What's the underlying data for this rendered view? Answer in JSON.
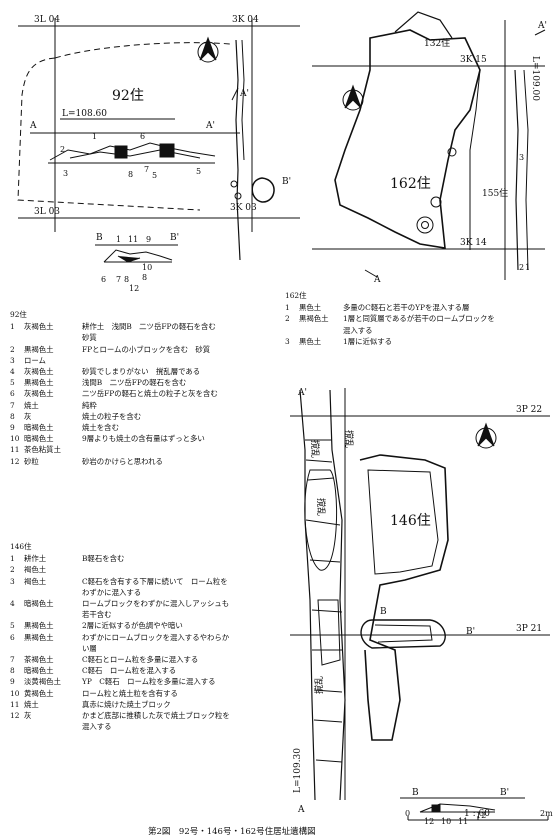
{
  "pit92": {
    "name": "92住",
    "level": "L=108.60",
    "grid": [
      "3L 04",
      "3K 04",
      "3L 03",
      "3K 03"
    ],
    "sec_a": [
      "A",
      "A'"
    ],
    "sec_b": [
      "B",
      "B'"
    ],
    "sec_v": [
      "A'"
    ],
    "layers_a": [
      "1",
      "2",
      "3",
      "6",
      "8",
      "7",
      "5",
      "5"
    ],
    "layers_b": [
      "1",
      "11",
      "9",
      "6",
      "7",
      "8",
      "10",
      "8",
      "12"
    ]
  },
  "pit162": {
    "name": "162住",
    "neighbors": [
      "132住",
      "155住"
    ],
    "level": "L=109.00",
    "grid": [
      "3K 15",
      "3K 14"
    ],
    "sec": [
      "A",
      "A'"
    ],
    "layers": [
      "3",
      "2",
      "1"
    ]
  },
  "pit146": {
    "name": "146住",
    "grid": [
      "3P 22",
      "3P 21"
    ],
    "level": "L=109.30",
    "sec": [
      "A",
      "A'",
      "B",
      "B'"
    ],
    "disturb": [
      "撹乱",
      "撹乱",
      "撹乱",
      "撹乱"
    ],
    "layers_b": [
      "12",
      "10",
      "11",
      "12"
    ]
  },
  "legend92": {
    "heading": "92住",
    "rows": [
      {
        "n": "1",
        "name": "灰褐色土",
        "desc": "耕作土　浅間B　二ツ岳FPの軽石を含む",
        "cont": "砂質"
      },
      {
        "n": "2",
        "name": "黒褐色土",
        "desc": "FPとロームの小ブロックを含む　砂質"
      },
      {
        "n": "3",
        "name": "ローム",
        "desc": ""
      },
      {
        "n": "4",
        "name": "灰褐色土",
        "desc": "砂質でしまりがない　撹乱層である"
      },
      {
        "n": "5",
        "name": "黒褐色土",
        "desc": "浅間B　二ツ岳FPの軽石を含む"
      },
      {
        "n": "6",
        "name": "灰褐色土",
        "desc": "二ツ岳FPの軽石と焼土の粒子と灰を含む"
      },
      {
        "n": "7",
        "name": "焼土",
        "desc": "純粋"
      },
      {
        "n": "8",
        "name": "灰",
        "desc": "焼土の粒子を含む"
      },
      {
        "n": "9",
        "name": "暗褐色土",
        "desc": "焼土を含む"
      },
      {
        "n": "10",
        "name": "暗褐色土",
        "desc": "9層よりも焼土の含有量はずっと多い"
      },
      {
        "n": "11",
        "name": "茶色粘質土",
        "desc": ""
      },
      {
        "n": "12",
        "name": "砂粒",
        "desc": "砂岩のかけらと思われる"
      }
    ]
  },
  "legend162": {
    "heading": "162住",
    "rows": [
      {
        "n": "1",
        "name": "黒色土",
        "desc": "多量のC軽石と若干のYPを混入する層"
      },
      {
        "n": "2",
        "name": "黒褐色土",
        "desc": "1層と同質層であるが若干のロームブロックを",
        "cont": "混入する"
      },
      {
        "n": "3",
        "name": "黒色土",
        "desc": "1層に近似する"
      }
    ]
  },
  "legend146": {
    "heading": "146住",
    "rows": [
      {
        "n": "1",
        "name": "耕作土",
        "desc": "B軽石を含む"
      },
      {
        "n": "2",
        "name": "褐色土",
        "desc": ""
      },
      {
        "n": "3",
        "name": "褐色土",
        "desc": "C軽石を含有する下層に続いて　ローム粒を",
        "cont": "わずかに混入する"
      },
      {
        "n": "4",
        "name": "暗褐色土",
        "desc": "ロームブロックをわずかに混入しアッシュも",
        "cont": "若干含む"
      },
      {
        "n": "5",
        "name": "黒褐色土",
        "desc": "2層に近似するが色調やや暗い"
      },
      {
        "n": "6",
        "name": "黒褐色土",
        "desc": "わずかにロームブロックを混入するやわらか",
        "cont": "い層"
      },
      {
        "n": "7",
        "name": "茶褐色土",
        "desc": "C軽石とローム粒を多量に混入する"
      },
      {
        "n": "8",
        "name": "暗褐色土",
        "desc": "C軽石　ローム粒を混入する"
      },
      {
        "n": "9",
        "name": "淡黄褐色土",
        "desc": "YP　C軽石　ローム粒を多量に混入する"
      },
      {
        "n": "10",
        "name": "黄褐色土",
        "desc": "ローム粒と焼土粒を含有する"
      },
      {
        "n": "11",
        "name": "焼土",
        "desc": "真赤に焼けた焼土ブロック"
      },
      {
        "n": "12",
        "name": "灰",
        "desc": "かまど底部に推積した灰で焼土ブロック粒を",
        "cont": "混入する"
      }
    ]
  },
  "caption": "第2図　92号・146号・162号住居址遺構図",
  "scale": {
    "ratio": "1 : 60",
    "zero": "0",
    "end": "2m"
  }
}
